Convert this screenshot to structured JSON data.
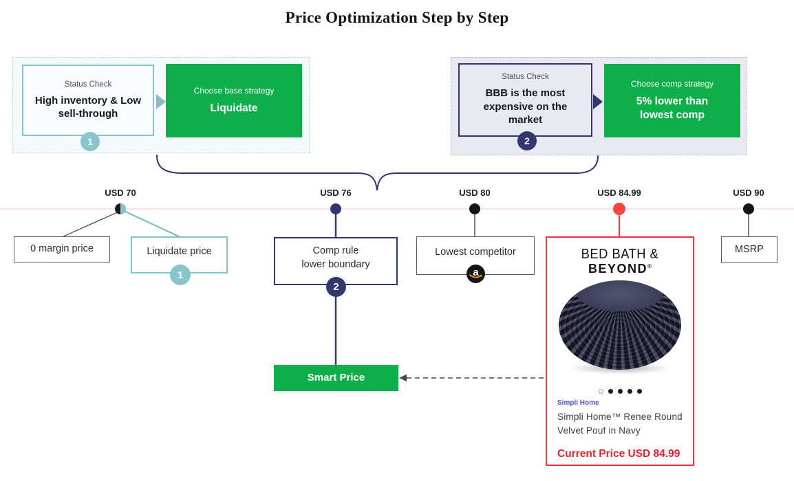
{
  "title": "Price Optimization Step by Step",
  "step1": {
    "status_label": "Status Check",
    "status_text": "High inventory & Low sell-through",
    "badge": "1",
    "strategy_label": "Choose base strategy",
    "strategy_value": "Liquidate"
  },
  "step2": {
    "status_label": "Status Check",
    "status_text": "BBB is the most expensive on the market",
    "badge": "2",
    "strategy_label": "Choose comp strategy",
    "strategy_value": "5% lower than lowest comp"
  },
  "axis": {
    "labels": [
      "USD 70",
      "USD 76",
      "USD 80",
      "USD 84.99",
      "USD 90"
    ]
  },
  "nodes": {
    "zero_margin": "0 margin price",
    "liquidate_price": "Liquidate price",
    "liquidate_badge": "1",
    "comp_rule": "Comp rule lower boundary",
    "comp_rule_badge": "2",
    "lowest_competitor": "Lowest competitor",
    "msrp": "MSRP",
    "smart_price": "Smart Price"
  },
  "icons": {
    "amazon_letter": "a"
  },
  "card": {
    "brand_line1": "BED BATH &",
    "brand_line2": "BEYOND",
    "reg_mark": "®",
    "vendor": "Simpli Home",
    "product_name": "Simpli Home™ Renee Round Velvet Pouf in Navy",
    "price": "Current Price USD 84.99",
    "carousel_dots": 5
  },
  "colors": {
    "green": "#0FAE4B",
    "navy": "#32376F",
    "teal": "#8AC5CD",
    "red": "#F43541",
    "red_text": "#E91D2C",
    "price_line": "#F6CFD3"
  }
}
